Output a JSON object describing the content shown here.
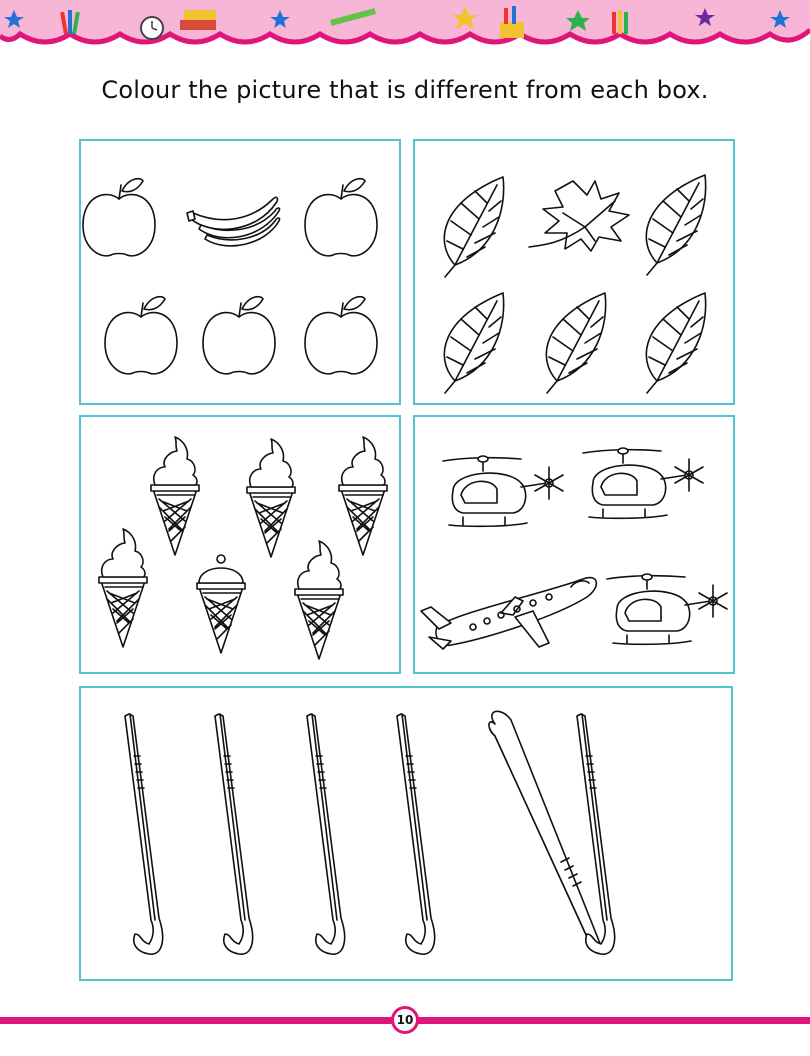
{
  "page": {
    "instruction": "Colour the picture that is different from each box.",
    "page_number": "10"
  },
  "colors": {
    "accent_pink": "#e0157a",
    "banner_pink": "#f7b6d6",
    "box_border": "#52c4d0"
  },
  "boxes": [
    {
      "id": "fruits",
      "items": [
        "apple",
        "banana",
        "apple",
        "apple",
        "apple",
        "apple"
      ]
    },
    {
      "id": "leaves",
      "items": [
        "leaf",
        "maple-leaf",
        "leaf",
        "leaf",
        "leaf",
        "leaf"
      ]
    },
    {
      "id": "ice-creams",
      "items": [
        "ice-cream",
        "ice-cream",
        "ice-cream",
        "ice-cream",
        "round-ice-cream",
        "ice-cream"
      ]
    },
    {
      "id": "aircraft",
      "items": [
        "helicopter",
        "helicopter",
        "airplane",
        "helicopter"
      ]
    },
    {
      "id": "hockey-sticks",
      "items": [
        "hockey-stick",
        "hockey-stick",
        "hockey-stick",
        "hockey-stick",
        "reversed-hockey-stick",
        "hockey-stick"
      ]
    }
  ],
  "banner_icons": [
    "pencils-icon",
    "alarm-clock-icon",
    "books-icon",
    "pencil-icon",
    "star-icon",
    "pencil-cup-icon"
  ]
}
